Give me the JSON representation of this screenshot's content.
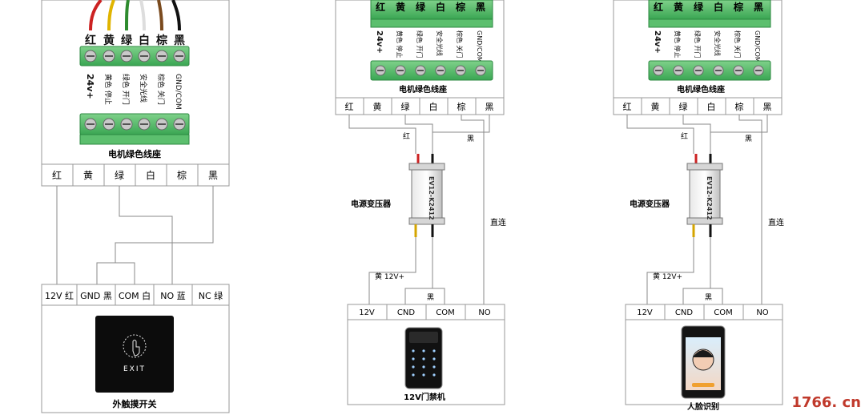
{
  "wire_colors": [
    "#cc2222",
    "#e0b400",
    "#2e8b2e",
    "#eeeeee",
    "#7a4a1e",
    "#111111"
  ],
  "accent_green": "#2fa84f",
  "watermark": "1766. cn",
  "watermark_color": "#c0392b",
  "panels": [
    {
      "terminal_labels": [
        "红",
        "黄",
        "绿",
        "白",
        "棕",
        "黑"
      ],
      "function_labels": [
        "24v+",
        "黄色 停止",
        "绿色 开门",
        "安全光线",
        "棕色 关门",
        "GND/COM"
      ],
      "seat_caption": "电机绿色线座",
      "table_header": [
        "红",
        "黄",
        "绿",
        "白",
        "棕",
        "黑"
      ],
      "device_ports": [
        "12V 红",
        "GND 黑",
        "COM 白",
        "NO 蓝",
        "NC 绿"
      ],
      "device_text": "EXIT",
      "device_caption": "外触摸开关"
    },
    {
      "terminal_labels": [
        "红",
        "黄",
        "绿",
        "白",
        "棕",
        "黑"
      ],
      "function_labels": [
        "24v+",
        "黄色 停止",
        "绿色 开门",
        "安全光线",
        "棕色 关门",
        "GND/COM"
      ],
      "seat_caption": "电机绿色线座",
      "table_header": [
        "红",
        "黄",
        "绿",
        "白",
        "棕",
        "黑"
      ],
      "wire_red_label": "红",
      "wire_black_label": "黑",
      "transformer_label": "电源变压器",
      "transformer_text": "EV12-K2412",
      "direct_label": "直连",
      "yellow_label": "黄 12V+",
      "black_label2": "黑",
      "device_ports": [
        "12V",
        "CND",
        "COM",
        "NO"
      ],
      "device_caption": "12V门禁机"
    },
    {
      "terminal_labels": [
        "红",
        "黄",
        "绿",
        "白",
        "棕",
        "黑"
      ],
      "function_labels": [
        "24v+",
        "黄色 停止",
        "绿色 开门",
        "安全光线",
        "棕色 关门",
        "GND/COM"
      ],
      "seat_caption": "电机绿色线座",
      "table_header": [
        "红",
        "黄",
        "绿",
        "白",
        "棕",
        "黑"
      ],
      "wire_red_label": "红",
      "wire_black_label": "黑",
      "transformer_label": "电源变压器",
      "transformer_text": "EV12-K2412",
      "direct_label": "直连",
      "yellow_label": "黄 12V+",
      "black_label2": "黑",
      "device_ports": [
        "12V",
        "CND",
        "COM",
        "NO"
      ],
      "device_caption": "人脸识别"
    }
  ]
}
